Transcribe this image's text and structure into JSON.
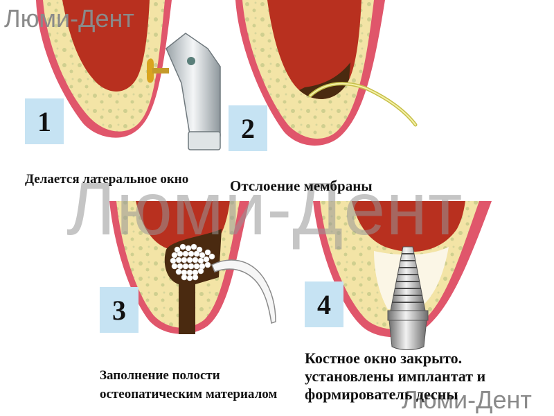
{
  "watermark": {
    "top_left": "Люми-Дент",
    "center": "Люми-Дент",
    "bottom_right": "Люми-Дент"
  },
  "steps": [
    {
      "number": "1",
      "caption": "Делается латеральное окно"
    },
    {
      "number": "2",
      "caption": "Отслоение мембраны"
    },
    {
      "number": "3",
      "caption_lines": [
        "Заполнение полости",
        "остеопатическим материалом"
      ]
    },
    {
      "number": "4",
      "caption_lines": [
        "Костное окно закрыто.",
        "установлены имплантат и",
        "формирователь десны"
      ]
    }
  ],
  "colors": {
    "bone": "#f3e4a6",
    "bone_spots": "#cfcf8f",
    "gum": "#e0566b",
    "gum_light": "#f28a96",
    "sinus": "#b8301f",
    "membrane": "#7a2a14",
    "cavity": "#4a2a10",
    "number_box": "#c6e3f3",
    "text": "#111111"
  }
}
